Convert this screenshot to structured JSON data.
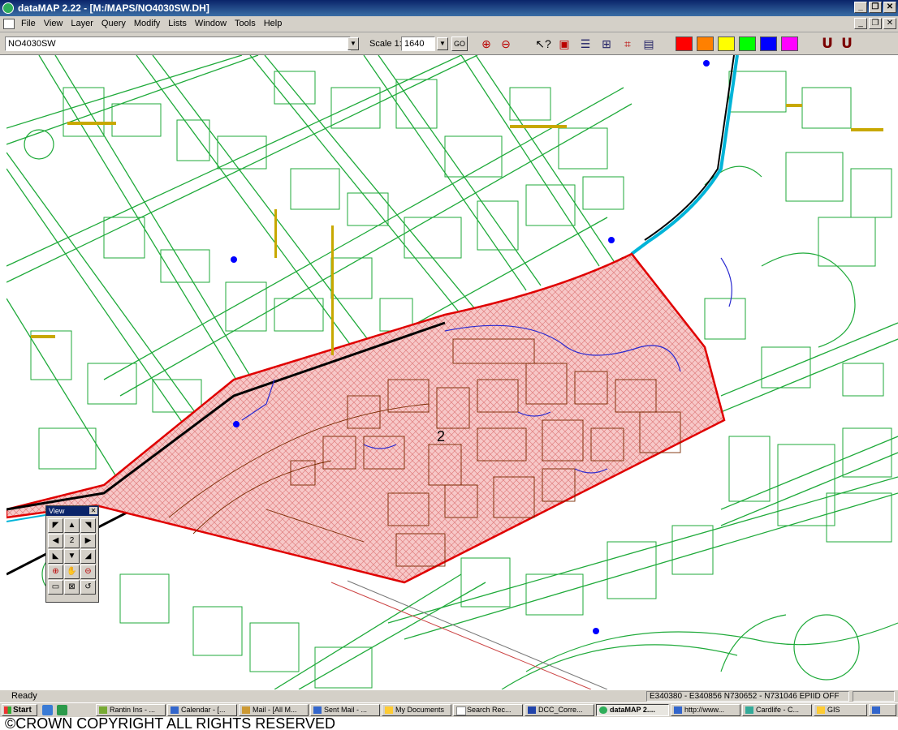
{
  "window": {
    "title": "dataMAP 2.22 - [M:/MAPS/NO4030SW.DH]"
  },
  "menu": [
    "File",
    "View",
    "Layer",
    "Query",
    "Modify",
    "Lists",
    "Window",
    "Tools",
    "Help"
  ],
  "toolbar": {
    "map_sheet": "NO4030SW",
    "scale_label": "Scale 1:",
    "scale_value": "1640",
    "go_label": "GO",
    "colors": [
      "#ff0000",
      "#ff8000",
      "#ffff00",
      "#00ff00",
      "#0000ff",
      "#ff00ff"
    ]
  },
  "map": {
    "site_label": "2"
  },
  "view_palette": {
    "title": "View",
    "center_label": "2"
  },
  "status": {
    "ready": "Ready",
    "coords": "E340380 - E340856  N730652 - N731046  EPIID OFF"
  },
  "taskbar": {
    "start": "Start",
    "tasks": [
      "Rantin Ins - ...",
      "Calendar - [...",
      "Mail - [All M...",
      "Sent Mail - ...",
      "My Documents",
      "Search Rec...",
      "DCC_Corre...",
      "dataMAP 2....",
      "http://www...",
      "Cardlife - C...",
      "GIS"
    ]
  },
  "footer": {
    "copyright": "©CROWN COPYRIGHT ALL RIGHTS RESERVED"
  }
}
